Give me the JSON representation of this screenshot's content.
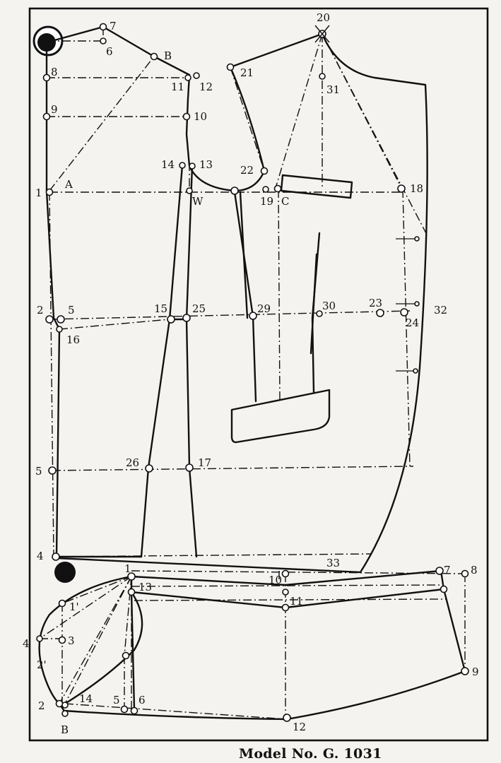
{
  "caption": "Model No. G. 1031",
  "colors": {
    "ink": "#111111",
    "paper": "#f4f3ef"
  },
  "body_labels": {
    "p7": "7",
    "p6": "6",
    "B": "B",
    "p8": "8",
    "p11": "11",
    "p12": "12",
    "p9": "9",
    "p10": "10",
    "p14": "14",
    "p13": "13",
    "p1": "1",
    "A": "A",
    "W": "W",
    "p21": "21",
    "p20": "20",
    "p31": "31",
    "p22": "22",
    "p19": "19",
    "C": "C",
    "p18": "18",
    "p2": "2",
    "p5": "5",
    "p16": "16",
    "p15": "15",
    "p25": "25",
    "p29": "29",
    "p30": "30",
    "p23": "23",
    "p24": "24",
    "p32": "32",
    "p5b": "5",
    "p26": "26",
    "p17": "17",
    "p4": "4",
    "p33": "33"
  },
  "sleeve_labels": {
    "s1": "1",
    "s1p": "1'",
    "s13": "13",
    "s10": "10",
    "s11": "11",
    "s7": "7",
    "s8": "8",
    "s4": "4",
    "s3": "3",
    "s2p": "2'",
    "s2": "2",
    "s14": "14",
    "s5": "5",
    "s6": "6",
    "sB": "B",
    "s12": "12",
    "s9": "9"
  }
}
